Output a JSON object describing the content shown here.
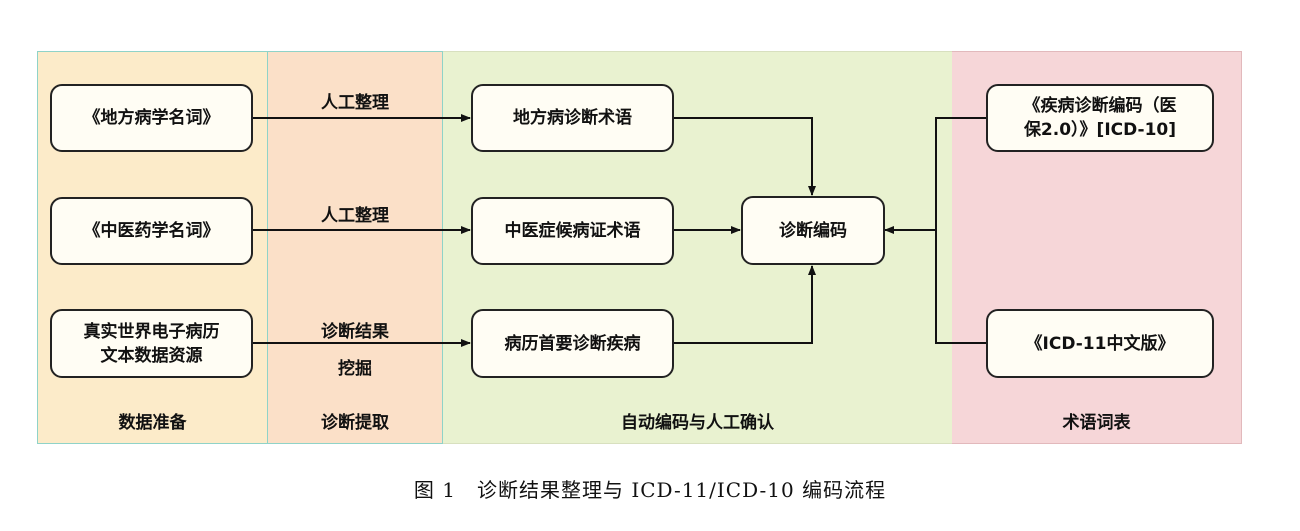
{
  "lanes": {
    "data_prep": "数据准备",
    "diagnosis_extract": "诊断提取",
    "auto_coding": "自动编码与人工确认",
    "term_tables": "术语词表"
  },
  "sources": {
    "local_disease_terms": "《地方病学名词》",
    "tcm_terms": "《中医药学名词》",
    "emr_text": "真实世界电子病历\n文本数据资源"
  },
  "edge_labels": {
    "manual_1": "人工整理",
    "manual_2": "人工整理",
    "mining_line1": "诊断结果",
    "mining_line2": "挖掘"
  },
  "nodes": {
    "local_disease_diag_terms": "地方病诊断术语",
    "tcm_syndrome_terms": "中医症候病证术语",
    "primary_diagnosis": "病历首要诊断疾病",
    "diagnosis_coding": "诊断编码"
  },
  "terms": {
    "icd10_book": "《疾病诊断编码（医\n保2.0）》[ICD-10]",
    "icd11_book": "《ICD-11中文版》"
  },
  "caption": "图 1　诊断结果整理与 ICD-11/ICD-10 编码流程"
}
